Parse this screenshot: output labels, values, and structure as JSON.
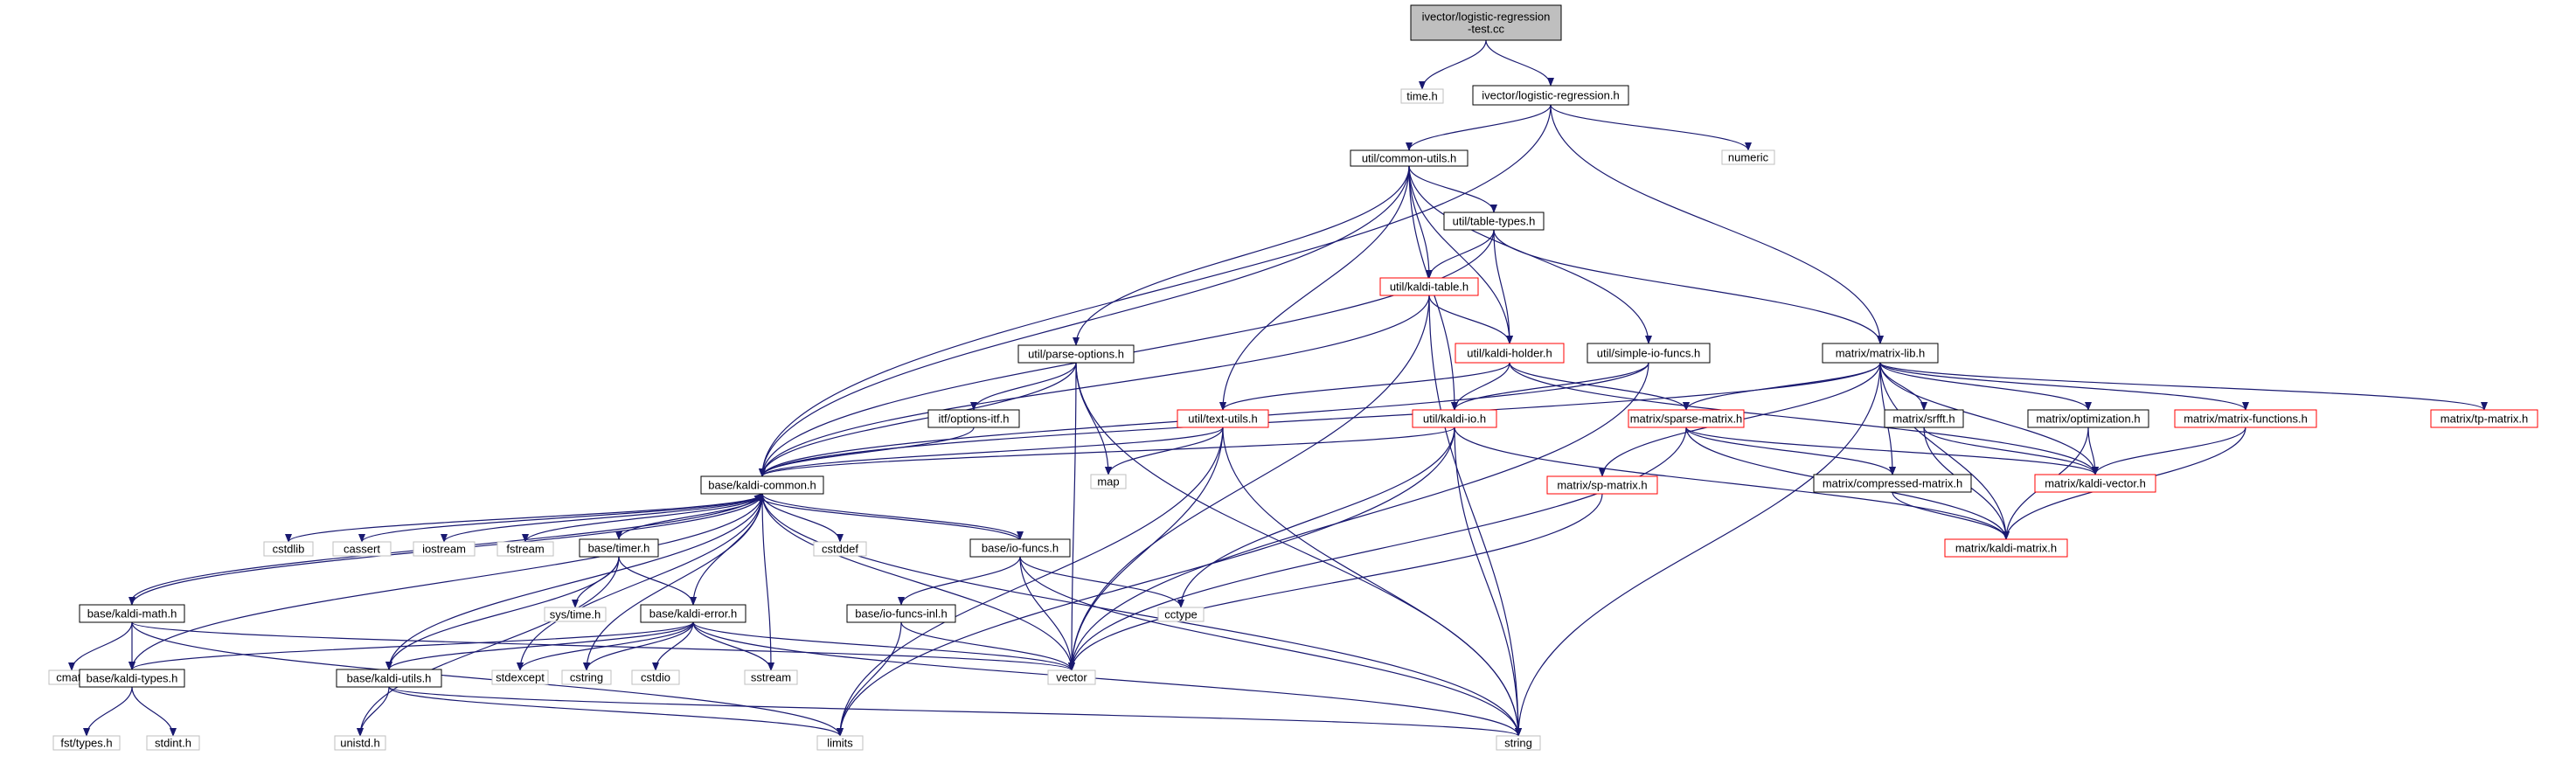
{
  "colors": {
    "background": "#ffffff",
    "edge": "#191970",
    "header_fill": "#bfbfbf",
    "normal_border": "#000000",
    "external_border": "#bfbfbf",
    "truncated_border": "#ff0000"
  },
  "graph": {
    "nodes": [
      {
        "id": "n_root",
        "lines": [
          "ivector/logistic-regression",
          "-test.cc"
        ],
        "style": "header"
      },
      {
        "id": "n_time",
        "lines": [
          "time.h"
        ],
        "style": "external"
      },
      {
        "id": "n_logreg",
        "lines": [
          "ivector/logistic-regression.h"
        ],
        "style": "normal"
      },
      {
        "id": "n_numeric",
        "lines": [
          "numeric"
        ],
        "style": "external"
      },
      {
        "id": "n_common_utils",
        "lines": [
          "util/common-utils.h"
        ],
        "style": "normal"
      },
      {
        "id": "n_table_types",
        "lines": [
          "util/table-types.h"
        ],
        "style": "normal"
      },
      {
        "id": "n_kaldi_table",
        "lines": [
          "util/kaldi-table.h"
        ],
        "style": "truncated"
      },
      {
        "id": "n_parse_options",
        "lines": [
          "util/parse-options.h"
        ],
        "style": "normal"
      },
      {
        "id": "n_kaldi_holder",
        "lines": [
          "util/kaldi-holder.h"
        ],
        "style": "truncated"
      },
      {
        "id": "n_simple_io",
        "lines": [
          "util/simple-io-funcs.h"
        ],
        "style": "normal"
      },
      {
        "id": "n_matrix_lib",
        "lines": [
          "matrix/matrix-lib.h"
        ],
        "style": "normal"
      },
      {
        "id": "n_options_itf",
        "lines": [
          "itf/options-itf.h"
        ],
        "style": "normal"
      },
      {
        "id": "n_text_utils",
        "lines": [
          "util/text-utils.h"
        ],
        "style": "truncated"
      },
      {
        "id": "n_kaldi_io",
        "lines": [
          "util/kaldi-io.h"
        ],
        "style": "truncated"
      },
      {
        "id": "n_sparse_matrix",
        "lines": [
          "matrix/sparse-matrix.h"
        ],
        "style": "truncated"
      },
      {
        "id": "n_srfft",
        "lines": [
          "matrix/srfft.h"
        ],
        "style": "normal"
      },
      {
        "id": "n_optimization",
        "lines": [
          "matrix/optimization.h"
        ],
        "style": "normal"
      },
      {
        "id": "n_matrix_functions",
        "lines": [
          "matrix/matrix-functions.h"
        ],
        "style": "truncated"
      },
      {
        "id": "n_tp_matrix",
        "lines": [
          "matrix/tp-matrix.h"
        ],
        "style": "truncated"
      },
      {
        "id": "n_map",
        "lines": [
          "map"
        ],
        "style": "external"
      },
      {
        "id": "n_sp_matrix",
        "lines": [
          "matrix/sp-matrix.h"
        ],
        "style": "truncated"
      },
      {
        "id": "n_compressed_matrix",
        "lines": [
          "matrix/compressed-matrix.h"
        ],
        "style": "normal"
      },
      {
        "id": "n_kaldi_vector",
        "lines": [
          "matrix/kaldi-vector.h"
        ],
        "style": "truncated"
      },
      {
        "id": "n_kaldi_common",
        "lines": [
          "base/kaldi-common.h"
        ],
        "style": "normal"
      },
      {
        "id": "n_kaldi_matrix",
        "lines": [
          "matrix/kaldi-matrix.h"
        ],
        "style": "truncated"
      },
      {
        "id": "n_cstdlib",
        "lines": [
          "cstdlib"
        ],
        "style": "external"
      },
      {
        "id": "n_cassert",
        "lines": [
          "cassert"
        ],
        "style": "external"
      },
      {
        "id": "n_iostream",
        "lines": [
          "iostream"
        ],
        "style": "external"
      },
      {
        "id": "n_fstream",
        "lines": [
          "fstream"
        ],
        "style": "external"
      },
      {
        "id": "n_timer",
        "lines": [
          "base/timer.h"
        ],
        "style": "normal"
      },
      {
        "id": "n_cstddef",
        "lines": [
          "cstddef"
        ],
        "style": "external"
      },
      {
        "id": "n_io_funcs",
        "lines": [
          "base/io-funcs.h"
        ],
        "style": "normal"
      },
      {
        "id": "n_cctype",
        "lines": [
          "cctype"
        ],
        "style": "external"
      },
      {
        "id": "n_sys_time",
        "lines": [
          "sys/time.h"
        ],
        "style": "external"
      },
      {
        "id": "n_kaldi_math",
        "lines": [
          "base/kaldi-math.h"
        ],
        "style": "normal"
      },
      {
        "id": "n_kaldi_error",
        "lines": [
          "base/kaldi-error.h"
        ],
        "style": "normal"
      },
      {
        "id": "n_io_funcs_inl",
        "lines": [
          "base/io-funcs-inl.h"
        ],
        "style": "normal"
      },
      {
        "id": "n_cmath",
        "lines": [
          "cmath"
        ],
        "style": "external"
      },
      {
        "id": "n_kaldi_types",
        "lines": [
          "base/kaldi-types.h"
        ],
        "style": "normal"
      },
      {
        "id": "n_kaldi_utils",
        "lines": [
          "base/kaldi-utils.h"
        ],
        "style": "normal"
      },
      {
        "id": "n_stdexcept",
        "lines": [
          "stdexcept"
        ],
        "style": "external"
      },
      {
        "id": "n_cstring",
        "lines": [
          "cstring"
        ],
        "style": "external"
      },
      {
        "id": "n_cstdio",
        "lines": [
          "cstdio"
        ],
        "style": "external"
      },
      {
        "id": "n_sstream",
        "lines": [
          "sstream"
        ],
        "style": "external"
      },
      {
        "id": "n_vector",
        "lines": [
          "vector"
        ],
        "style": "external"
      },
      {
        "id": "n_fst_types",
        "lines": [
          "fst/types.h"
        ],
        "style": "external"
      },
      {
        "id": "n_stdint",
        "lines": [
          "stdint.h"
        ],
        "style": "external"
      },
      {
        "id": "n_unistd",
        "lines": [
          "unistd.h"
        ],
        "style": "external"
      },
      {
        "id": "n_limits",
        "lines": [
          "limits"
        ],
        "style": "external"
      },
      {
        "id": "n_string",
        "lines": [
          "string"
        ],
        "style": "external"
      }
    ],
    "edges": [
      [
        "n_root",
        "n_time"
      ],
      [
        "n_root",
        "n_logreg"
      ],
      [
        "n_logreg",
        "n_common_utils"
      ],
      [
        "n_logreg",
        "n_numeric"
      ],
      [
        "n_logreg",
        "n_matrix_lib"
      ],
      [
        "n_logreg",
        "n_kaldi_common"
      ],
      [
        "n_common_utils",
        "n_table_types"
      ],
      [
        "n_common_utils",
        "n_kaldi_table"
      ],
      [
        "n_common_utils",
        "n_parse_options"
      ],
      [
        "n_common_utils",
        "n_kaldi_holder"
      ],
      [
        "n_common_utils",
        "n_simple_io"
      ],
      [
        "n_common_utils",
        "n_text_utils"
      ],
      [
        "n_common_utils",
        "n_kaldi_io"
      ],
      [
        "n_common_utils",
        "n_kaldi_common"
      ],
      [
        "n_table_types",
        "n_kaldi_table"
      ],
      [
        "n_table_types",
        "n_kaldi_holder"
      ],
      [
        "n_table_types",
        "n_matrix_lib"
      ],
      [
        "n_table_types",
        "n_kaldi_common"
      ],
      [
        "n_kaldi_table",
        "n_kaldi_holder"
      ],
      [
        "n_kaldi_table",
        "n_kaldi_common"
      ],
      [
        "n_kaldi_table",
        "n_vector"
      ],
      [
        "n_kaldi_table",
        "n_string"
      ],
      [
        "n_parse_options",
        "n_options_itf"
      ],
      [
        "n_parse_options",
        "n_kaldi_common"
      ],
      [
        "n_parse_options",
        "n_map"
      ],
      [
        "n_parse_options",
        "n_vector"
      ],
      [
        "n_parse_options",
        "n_string"
      ],
      [
        "n_kaldi_holder",
        "n_text_utils"
      ],
      [
        "n_kaldi_holder",
        "n_kaldi_io"
      ],
      [
        "n_kaldi_holder",
        "n_sparse_matrix"
      ],
      [
        "n_kaldi_holder",
        "n_kaldi_vector"
      ],
      [
        "n_simple_io",
        "n_kaldi_io"
      ],
      [
        "n_simple_io",
        "n_vector"
      ],
      [
        "n_simple_io",
        "n_kaldi_common"
      ],
      [
        "n_matrix_lib",
        "n_sparse_matrix"
      ],
      [
        "n_matrix_lib",
        "n_srfft"
      ],
      [
        "n_matrix_lib",
        "n_optimization"
      ],
      [
        "n_matrix_lib",
        "n_matrix_functions"
      ],
      [
        "n_matrix_lib",
        "n_tp_matrix"
      ],
      [
        "n_matrix_lib",
        "n_sp_matrix"
      ],
      [
        "n_matrix_lib",
        "n_compressed_matrix"
      ],
      [
        "n_matrix_lib",
        "n_kaldi_vector"
      ],
      [
        "n_matrix_lib",
        "n_kaldi_matrix"
      ],
      [
        "n_matrix_lib",
        "n_kaldi_common"
      ],
      [
        "n_matrix_lib",
        "n_string"
      ],
      [
        "n_options_itf",
        "n_kaldi_common"
      ],
      [
        "n_text_utils",
        "n_kaldi_common"
      ],
      [
        "n_text_utils",
        "n_map"
      ],
      [
        "n_text_utils",
        "n_vector"
      ],
      [
        "n_text_utils",
        "n_limits"
      ],
      [
        "n_text_utils",
        "n_string"
      ],
      [
        "n_kaldi_io",
        "n_kaldi_common"
      ],
      [
        "n_kaldi_io",
        "n_kaldi_matrix"
      ],
      [
        "n_kaldi_io",
        "n_cctype"
      ],
      [
        "n_kaldi_io",
        "n_limits"
      ],
      [
        "n_kaldi_io",
        "n_string"
      ],
      [
        "n_sparse_matrix",
        "n_kaldi_vector"
      ],
      [
        "n_sparse_matrix",
        "n_compressed_matrix"
      ],
      [
        "n_sparse_matrix",
        "n_kaldi_matrix"
      ],
      [
        "n_sparse_matrix",
        "n_vector"
      ],
      [
        "n_srfft",
        "n_kaldi_vector"
      ],
      [
        "n_srfft",
        "n_kaldi_matrix"
      ],
      [
        "n_optimization",
        "n_kaldi_vector"
      ],
      [
        "n_optimization",
        "n_kaldi_matrix"
      ],
      [
        "n_matrix_functions",
        "n_kaldi_vector"
      ],
      [
        "n_matrix_functions",
        "n_kaldi_matrix"
      ],
      [
        "n_sp_matrix",
        "n_vector"
      ],
      [
        "n_compressed_matrix",
        "n_kaldi_matrix"
      ],
      [
        "n_kaldi_common",
        "n_cstdlib"
      ],
      [
        "n_kaldi_common",
        "n_cassert"
      ],
      [
        "n_kaldi_common",
        "n_iostream"
      ],
      [
        "n_kaldi_common",
        "n_fstream"
      ],
      [
        "n_kaldi_common",
        "n_timer"
      ],
      [
        "n_kaldi_common",
        "n_cstddef"
      ],
      [
        "n_kaldi_common",
        "n_io_funcs"
      ],
      [
        "n_kaldi_common",
        "n_kaldi_math"
      ],
      [
        "n_kaldi_common",
        "n_kaldi_error"
      ],
      [
        "n_kaldi_common",
        "n_kaldi_types"
      ],
      [
        "n_kaldi_common",
        "n_kaldi_utils"
      ],
      [
        "n_kaldi_common",
        "n_stdexcept"
      ],
      [
        "n_kaldi_common",
        "n_cstring"
      ],
      [
        "n_kaldi_common",
        "n_sstream"
      ],
      [
        "n_kaldi_common",
        "n_vector"
      ],
      [
        "n_kaldi_common",
        "n_string"
      ],
      [
        "n_timer",
        "n_kaldi_error"
      ],
      [
        "n_timer",
        "n_sys_time"
      ],
      [
        "n_timer",
        "n_kaldi_utils"
      ],
      [
        "n_timer",
        "n_unistd"
      ],
      [
        "n_io_funcs",
        "n_kaldi_common"
      ],
      [
        "n_io_funcs",
        "n_io_funcs_inl"
      ],
      [
        "n_io_funcs",
        "n_cctype"
      ],
      [
        "n_io_funcs",
        "n_vector"
      ],
      [
        "n_io_funcs",
        "n_string"
      ],
      [
        "n_io_funcs_inl",
        "n_vector"
      ],
      [
        "n_io_funcs_inl",
        "n_limits"
      ],
      [
        "n_kaldi_math",
        "n_kaldi_common"
      ],
      [
        "n_kaldi_math",
        "n_kaldi_types"
      ],
      [
        "n_kaldi_math",
        "n_cmath"
      ],
      [
        "n_kaldi_math",
        "n_vector"
      ],
      [
        "n_kaldi_math",
        "n_limits"
      ],
      [
        "n_kaldi_error",
        "n_kaldi_types"
      ],
      [
        "n_kaldi_error",
        "n_kaldi_utils"
      ],
      [
        "n_kaldi_error",
        "n_stdexcept"
      ],
      [
        "n_kaldi_error",
        "n_cstring"
      ],
      [
        "n_kaldi_error",
        "n_cstdio"
      ],
      [
        "n_kaldi_error",
        "n_sstream"
      ],
      [
        "n_kaldi_error",
        "n_vector"
      ],
      [
        "n_kaldi_error",
        "n_string"
      ],
      [
        "n_kaldi_types",
        "n_fst_types"
      ],
      [
        "n_kaldi_types",
        "n_stdint"
      ],
      [
        "n_kaldi_utils",
        "n_unistd"
      ],
      [
        "n_kaldi_utils",
        "n_limits"
      ],
      [
        "n_kaldi_utils",
        "n_string"
      ]
    ]
  }
}
